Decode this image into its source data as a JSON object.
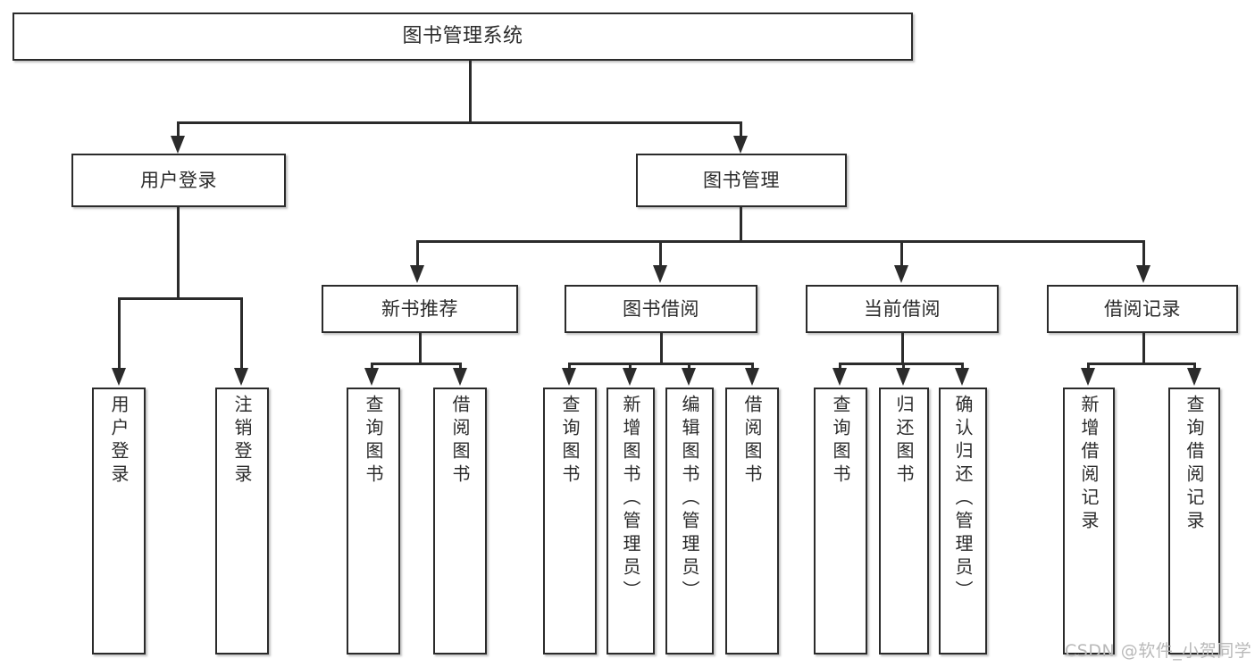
{
  "diagram": {
    "title": "图书管理系统",
    "root": {
      "label": "图书管理系统"
    },
    "level2": [
      {
        "label": "用户登录"
      },
      {
        "label": "图书管理"
      }
    ],
    "level3": [
      {
        "label": "新书推荐"
      },
      {
        "label": "图书借阅"
      },
      {
        "label": "当前借阅"
      },
      {
        "label": "借阅记录"
      }
    ],
    "leaves": {
      "user_login": [
        {
          "label": "用户登录"
        },
        {
          "label": "注销登录"
        }
      ],
      "new_book_recommend": [
        {
          "label": "查询图书"
        },
        {
          "label": "借阅图书"
        }
      ],
      "book_borrow": [
        {
          "label": "查询图书"
        },
        {
          "label": "新增图书（管理员）"
        },
        {
          "label": "编辑图书（管理员）"
        },
        {
          "label": "借阅图书"
        }
      ],
      "current_borrow": [
        {
          "label": "查询图书"
        },
        {
          "label": "归还图书"
        },
        {
          "label": "确认归还（管理员）"
        }
      ],
      "borrow_record": [
        {
          "label": "新增借阅记录"
        },
        {
          "label": "查询借阅记录"
        }
      ]
    }
  },
  "watermark": {
    "text": "CSDN @软件_小贺同学"
  },
  "colors": {
    "line": "#2b2b2b",
    "box_border": "#2b2b2b",
    "box_fill": "#ffffff",
    "text": "#2b2b2b",
    "watermark": "#b9b9b9",
    "background": "#ffffff"
  }
}
